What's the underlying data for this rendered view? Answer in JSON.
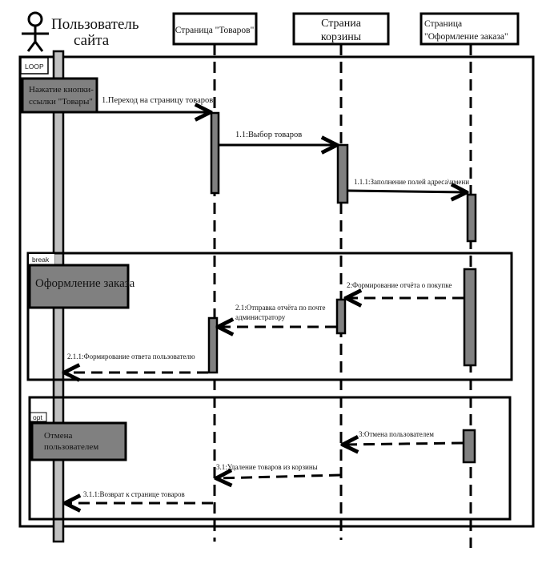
{
  "diagram": {
    "type": "uml-sequence",
    "colors": {
      "line": "#000000",
      "activation": "#808080",
      "actor_lifeline": "#c0c0c0",
      "guard_box": "#808080",
      "background": "#ffffff"
    },
    "actor": {
      "icon": "stick-figure-icon",
      "label_line1": "Пользователь",
      "label_line2": "сайта"
    },
    "lifelines": [
      {
        "id": "goods",
        "label_lines": [
          "Страница \"Товаров\""
        ]
      },
      {
        "id": "cart",
        "label_lines": [
          "Страниа",
          "корзины"
        ]
      },
      {
        "id": "checkout",
        "label_lines": [
          "Страница",
          "\"Оформление заказа\""
        ]
      }
    ],
    "fragments": {
      "loop": {
        "operator": "LOOP",
        "guard_lines": [
          "Нажатие кнопки-",
          "ссылки \"Товары\""
        ]
      },
      "break": {
        "operator": "break",
        "guard": "Оформление заказа"
      },
      "opt": {
        "operator": "opt",
        "guard_lines": [
          "Отмена",
          "пользователем"
        ]
      }
    },
    "messages": [
      {
        "id": "m1",
        "label": "1.Переход на страницу товаров",
        "from": "actor",
        "to": "goods",
        "style": "solid"
      },
      {
        "id": "m1_1",
        "label": "1.1:Выбор товаров",
        "from": "goods",
        "to": "cart",
        "style": "solid"
      },
      {
        "id": "m1_1_1",
        "label": "1.1.1:Заполнение полей адреса\\имени",
        "from": "cart",
        "to": "checkout",
        "style": "solid"
      },
      {
        "id": "m2",
        "label": "2:Формирование отчёта о покупке",
        "from": "checkout",
        "to": "cart",
        "style": "dashed"
      },
      {
        "id": "m2_1",
        "label_lines": [
          "2.1:Отправка отчёта по почте",
          "администратору"
        ],
        "from": "cart",
        "to": "goods",
        "style": "dashed"
      },
      {
        "id": "m2_1_1",
        "label": "2.1.1:Формирование ответа пользователю",
        "from": "goods",
        "to": "actor",
        "style": "dashed"
      },
      {
        "id": "m3",
        "label": "3:Отмена пользователем",
        "from": "checkout",
        "to": "cart",
        "style": "dashed"
      },
      {
        "id": "m3_1",
        "label": "3.1:Удаление товаров из корзины",
        "from": "cart",
        "to": "goods",
        "style": "dashed"
      },
      {
        "id": "m3_1_1",
        "label": "3.1.1:Возврат к странице товаров",
        "from": "goods",
        "to": "actor",
        "style": "dashed"
      }
    ]
  }
}
